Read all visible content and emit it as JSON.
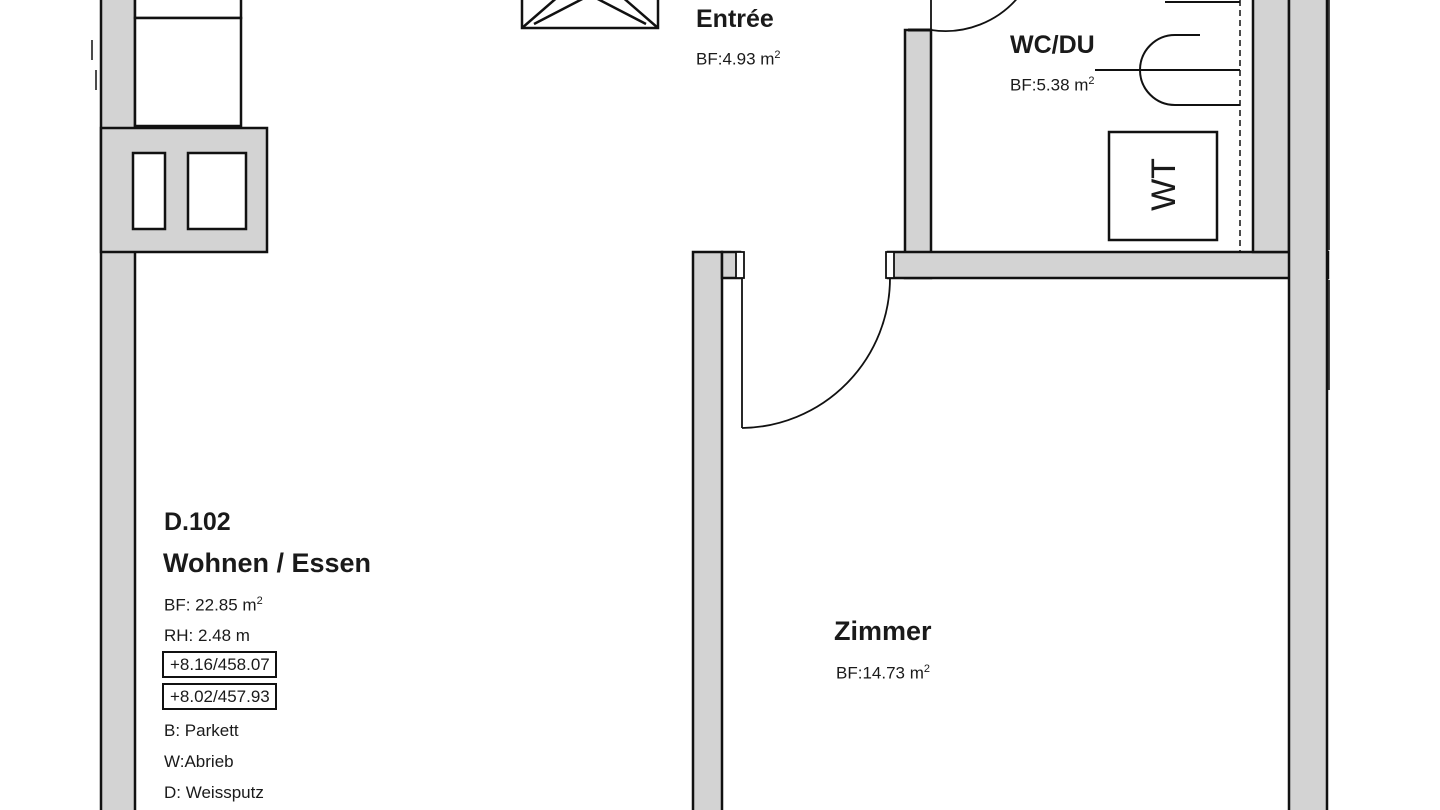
{
  "rooms": {
    "entree": {
      "name": "Entrée",
      "area": "BF:4.93 m",
      "area_sup": "2"
    },
    "wc": {
      "name": "WC/DU",
      "area": "BF:5.38 m",
      "area_sup": "2"
    },
    "living": {
      "id": "D.102",
      "name": "Wohnen / Essen",
      "area": "BF: 22.85 m",
      "area_sup": "2",
      "height": "RH:  2.48 m",
      "level_1": "+8.16/458.07",
      "level_2": "+8.02/457.93",
      "floor": "B: Parkett",
      "wall": "W:Abrieb",
      "ceiling": "D: Weissputz"
    },
    "zimmer": {
      "name": "Zimmer",
      "area": "BF:14.73 m",
      "area_sup": "2"
    }
  },
  "fixtures": {
    "washbasin_label": "WT"
  },
  "colors": {
    "wall_fill": "#d3d3d3",
    "line": "#111111",
    "background": "#ffffff"
  }
}
